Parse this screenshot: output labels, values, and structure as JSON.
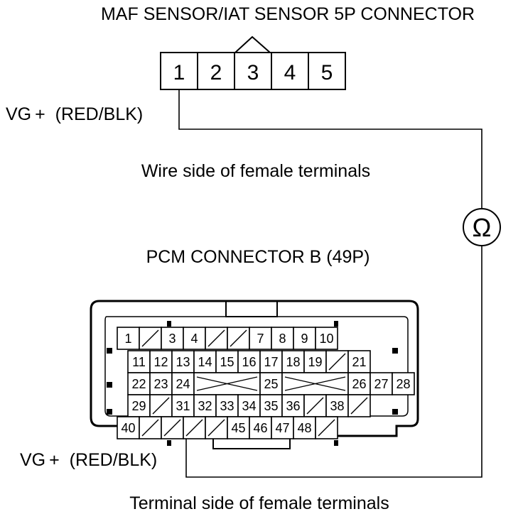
{
  "maf_connector": {
    "title": "MAF SENSOR/IAT SENSOR 5P CONNECTOR",
    "pins": [
      "1",
      "2",
      "3",
      "4",
      "5"
    ],
    "wire_label": "VG +  (RED/BLK)",
    "view_label": "Wire side of female terminals"
  },
  "meter": {
    "symbol": "Ω",
    "icon": "ohmmeter-icon"
  },
  "pcm_connector": {
    "title": "PCM CONNECTOR B (49P)",
    "rows": [
      [
        "1",
        "",
        "3",
        "4",
        "",
        "",
        "7",
        "8",
        "9",
        "10"
      ],
      [
        "11",
        "12",
        "13",
        "14",
        "15",
        "16",
        "17",
        "18",
        "19",
        "",
        "21"
      ],
      [
        "22",
        "23",
        "24",
        "",
        "25",
        "",
        "26",
        "27",
        "28"
      ],
      [
        "29",
        "",
        "31",
        "32",
        "33",
        "34",
        "35",
        "36",
        "",
        "38",
        ""
      ],
      [
        "40",
        "",
        "",
        "",
        "",
        "45",
        "46",
        "47",
        "48",
        ""
      ]
    ],
    "wire_label": "VG +  (RED/BLK)",
    "view_label": "Terminal side of female terminals"
  }
}
